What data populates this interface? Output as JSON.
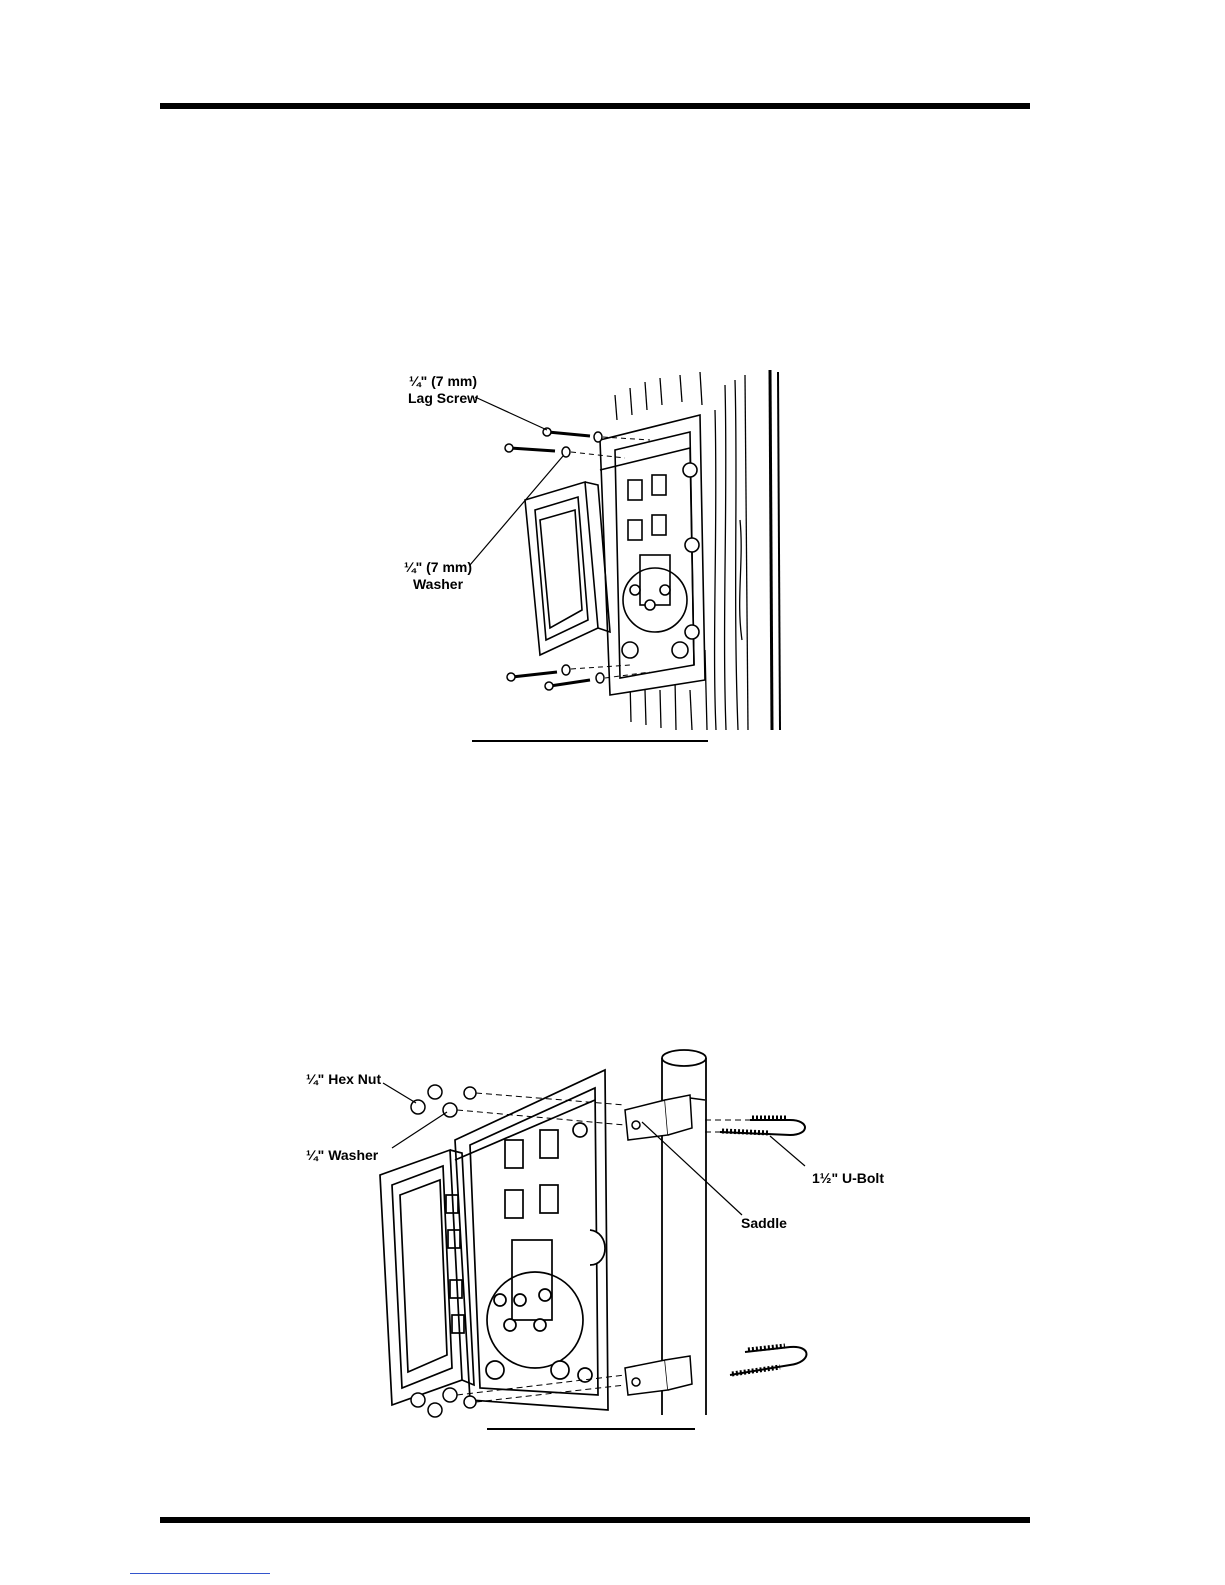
{
  "figure_wall": {
    "label_lag_screw_line1": "¼\" (7 mm)",
    "label_lag_screw_line2": "Lag Screw",
    "label_washer_line1": "¼\" (7 mm)",
    "label_washer_line2": "Washer"
  },
  "figure_pole": {
    "label_hex_nut": "¼\" Hex Nut",
    "label_washer": "¼\" Washer",
    "label_ubolt": "1½\" U-Bolt",
    "label_saddle": "Saddle"
  },
  "colors": {
    "ink": "#000000",
    "link": "#3355cc"
  }
}
